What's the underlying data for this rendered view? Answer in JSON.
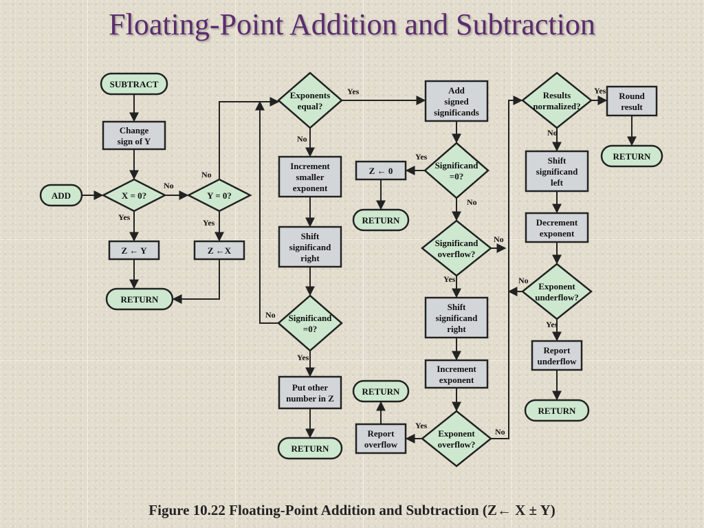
{
  "title": "Floating-Point Addition and Subtraction",
  "caption": "Figure 10.22  Floating-Point Addition and Subtraction (Z←  X ±  Y)",
  "colors": {
    "title": "#5a2c6e",
    "terminal_fill": "#cde8cf",
    "process_fill": "#d3d6d9",
    "decision_fill": "#cde8cf",
    "stroke": "#222222"
  },
  "nodes": {
    "subtract": "SUBTRACT",
    "change_sign": [
      "Change",
      "sign of Y"
    ],
    "add": "ADD",
    "x_eq_0": "X = 0?",
    "y_eq_0": "Y = 0?",
    "z_from_y": "Z ← Y",
    "z_from_x": "Z ←X",
    "return_1": "RETURN",
    "exponents_equal": [
      "Exponents",
      "equal?"
    ],
    "increment_smaller": [
      "Increment",
      "smaller",
      "exponent"
    ],
    "shift_right_1": [
      "Shift",
      "significand",
      "right"
    ],
    "significand_zero_1": [
      "Significand",
      "=0?"
    ],
    "put_other": [
      "Put other",
      "number in Z"
    ],
    "return_2": "RETURN",
    "add_signed": [
      "Add",
      "signed",
      "significands"
    ],
    "significand_zero_2": [
      "Significand",
      "=0?"
    ],
    "z_from_0": "Z ← 0",
    "return_3": "RETURN",
    "significand_overflow": [
      "Significand",
      "overflow?"
    ],
    "shift_right_2": [
      "Shift",
      "significand",
      "right"
    ],
    "increment_exponent": [
      "Increment",
      "exponent"
    ],
    "exponent_overflow": [
      "Exponent",
      "overflow?"
    ],
    "report_overflow": [
      "Report",
      "overflow"
    ],
    "return_4": "RETURN",
    "results_normalized": [
      "Results",
      "normalized?"
    ],
    "round_result": [
      "Round",
      "result"
    ],
    "return_5": "RETURN",
    "shift_left": [
      "Shift",
      "significand",
      "left"
    ],
    "decrement_exponent": [
      "Decrement",
      "exponent"
    ],
    "exponent_underflow": [
      "Exponent",
      "underflow?"
    ],
    "report_underflow": [
      "Report",
      "underflow"
    ],
    "return_6": "RETURN"
  },
  "edge_labels": {
    "yes": "Yes",
    "no": "No"
  }
}
